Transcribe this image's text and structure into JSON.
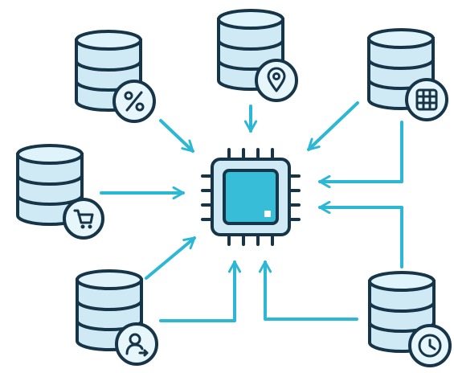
{
  "diagram": {
    "hub": {
      "icon": "processor-chip-icon"
    },
    "sources": [
      {
        "id": "top-left",
        "icon": "percent-icon"
      },
      {
        "id": "top-center",
        "icon": "location-pin-icon"
      },
      {
        "id": "top-right",
        "icon": "calendar-grid-icon"
      },
      {
        "id": "middle-left",
        "icon": "shopping-cart-icon"
      },
      {
        "id": "bottom-left",
        "icon": "user-transfer-icon"
      },
      {
        "id": "bottom-right",
        "icon": "clock-icon"
      }
    ],
    "colors": {
      "outline": "#173548",
      "database_fill": "#cfeaf5",
      "arrow": "#2cb8d4",
      "chip_core": "#38bdd8",
      "background": "#ffffff"
    }
  }
}
